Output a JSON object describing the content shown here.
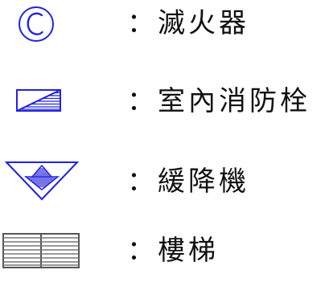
{
  "legend": {
    "items": [
      {
        "label": "：滅火器",
        "icon": "fire-extinguisher-icon",
        "color": "#2222dd"
      },
      {
        "label": "：室內消防栓",
        "icon": "indoor-fire-hydrant-icon",
        "color": "#2222dd"
      },
      {
        "label": "：緩降機",
        "icon": "descending-device-icon",
        "color": "#2222dd"
      },
      {
        "label": "：樓梯",
        "icon": "stairs-icon",
        "color": "#555555"
      }
    ]
  }
}
